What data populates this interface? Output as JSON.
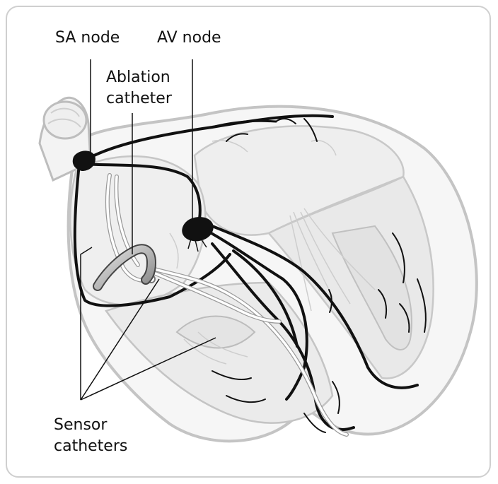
{
  "labels": {
    "sa_node": "SA node",
    "av_node": "AV node",
    "ablation_line1": "Ablation",
    "ablation_line2": "catheter",
    "sensor_line1": "Sensor",
    "sensor_line2": "catheters"
  }
}
